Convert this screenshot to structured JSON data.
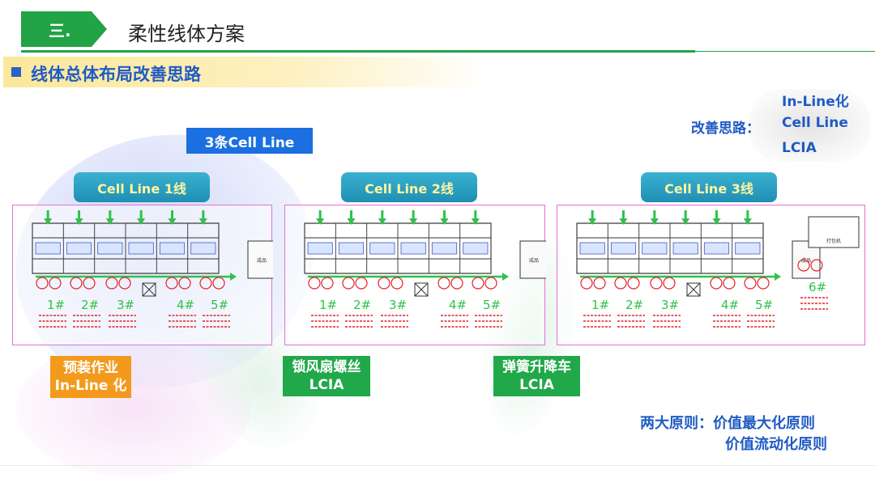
{
  "header": {
    "section": "三.",
    "title": "柔性线体方案"
  },
  "subtitle": "线体总体布局改善思路",
  "ideas": {
    "label": "改善思路：",
    "items": [
      "In-Line化",
      "Cell Line",
      "LCIA"
    ]
  },
  "cell_lines_label": "3条Cell Line",
  "lines": [
    {
      "label": "Cell Line  1线",
      "stations": [
        "1#",
        "2#",
        "3#",
        "4#",
        "5#"
      ],
      "side_box": "成品"
    },
    {
      "label": "Cell Line  2线",
      "stations": [
        "1#",
        "2#",
        "3#",
        "4#",
        "5#"
      ],
      "side_box": "成品"
    },
    {
      "label": "Cell Line  3线",
      "stations": [
        "1#",
        "2#",
        "3#",
        "4#",
        "5#",
        "6#"
      ],
      "side_box": "成品",
      "extra_box": "打包机"
    }
  ],
  "tags": {
    "prep": [
      "预装作业",
      "In-Line 化"
    ],
    "fan": [
      "锁风扇螺丝",
      "LCIA"
    ],
    "spring": [
      "弹簧升降车",
      "LCIA"
    ]
  },
  "principles": {
    "line1": "两大原则：价值最大化原则",
    "line2": "价值流动化原则"
  },
  "colors": {
    "green": "#21a346",
    "blue": "#1f5bc4",
    "orange": "#f39a1c",
    "teal": "#2aa3c6",
    "magenta": "#e36fd6",
    "red": "#e0242a"
  }
}
